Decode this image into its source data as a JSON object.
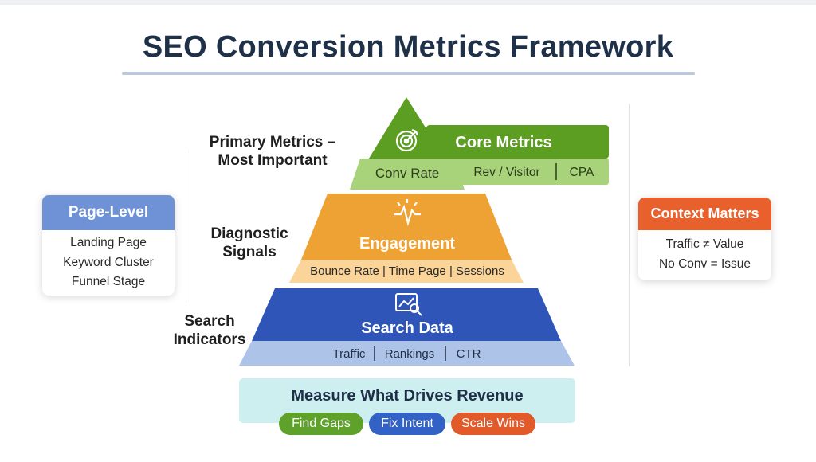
{
  "title": "SEO Conversion Metrics Framework",
  "page_level": {
    "header": "Page-Level",
    "items": [
      "Landing Page",
      "Keyword Cluster",
      "Funnel Stage"
    ]
  },
  "context": {
    "header": "Context Matters",
    "items": [
      "Traffic ≠ Value",
      "No Conv = Issue"
    ]
  },
  "tiers": {
    "top": {
      "label_line1": "Primary Metrics –",
      "label_line2": "Most Important",
      "title": "Core Metrics",
      "metric": "Conv Rate",
      "sub_left": "Rev / Visitor",
      "sub_right": "CPA",
      "icon": "target-icon"
    },
    "middle": {
      "label_line1": "Diagnostic",
      "label_line2": "Signals",
      "title": "Engagement",
      "sub": "Bounce Rate | Time Page | Sessions",
      "icon": "pulse-icon"
    },
    "bottom": {
      "label_line1": "Search",
      "label_line2": "Indicators",
      "title": "Search Data",
      "sub_a": "Traffic",
      "sub_b": "Rankings",
      "sub_c": "CTR",
      "icon": "analytics-search-icon"
    }
  },
  "footer": {
    "title": "Measure What Drives Revenue",
    "pills": [
      "Find Gaps",
      "Fix Intent",
      "Scale Wins"
    ]
  },
  "colors": {
    "green": "#5c9e22",
    "green_light": "#a8d37b",
    "orange": "#efa234",
    "orange_light": "#fbd49a",
    "blue": "#2f55b8",
    "blue_light": "#adc4e8",
    "navy_text": "#1f3049",
    "context_orange": "#e8612c",
    "page_level_blue": "#6f92d6",
    "footer_bg": "#cdeff0"
  }
}
